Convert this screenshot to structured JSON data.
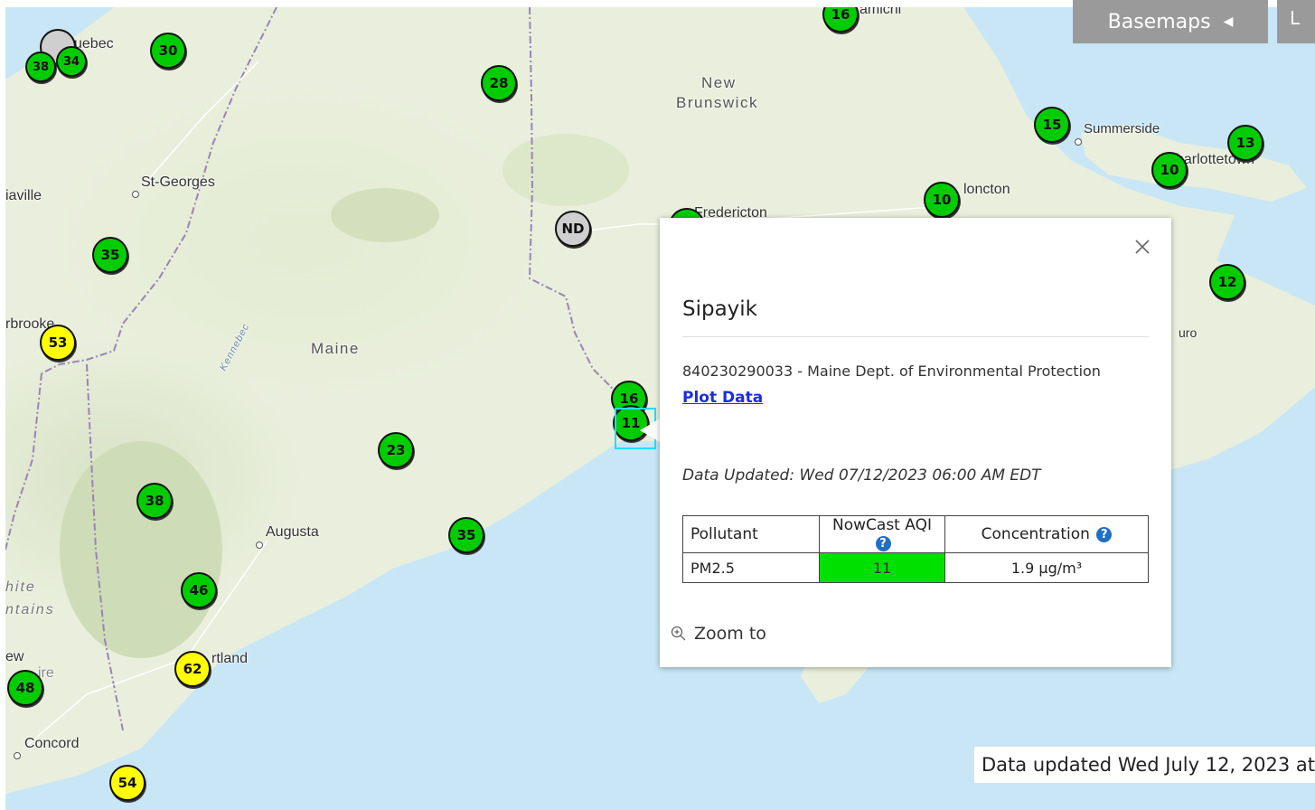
{
  "basemaps": {
    "label": "Basemaps",
    "arrow_icon": "triangle-left-icon",
    "extra_label": "L"
  },
  "places": {
    "quebec": "uebec",
    "st_georges": "St-Georges",
    "riaville": "iaville",
    "sherbrooke": "rbrooke",
    "maine": "Maine",
    "kennebec": "Kennebec",
    "augusta": "Augusta",
    "white": "hite",
    "mountains": "ntains",
    "new": "ew",
    "hampshire": "ire",
    "portland": "rtland",
    "concord": "Concord",
    "new_brunswick_1": "New",
    "new_brunswick_2": "Brunswick",
    "miramichi": "amichi",
    "fredericton": "Fredericton",
    "moncton": "loncton",
    "summerside": "Summerside",
    "charlottetown": "harlottetown",
    "truro": "uro"
  },
  "markers": [
    {
      "id": "q-gray",
      "value": "",
      "color": "gray"
    },
    {
      "id": "q-34",
      "value": "34",
      "color": "green"
    },
    {
      "id": "q-38",
      "value": "38",
      "color": "green"
    },
    {
      "id": "m-30",
      "value": "30",
      "color": "green"
    },
    {
      "id": "m-28",
      "value": "28",
      "color": "green"
    },
    {
      "id": "m-16a",
      "value": "16",
      "color": "green"
    },
    {
      "id": "m-15",
      "value": "15",
      "color": "green"
    },
    {
      "id": "m-13",
      "value": "13",
      "color": "green"
    },
    {
      "id": "m-10a",
      "value": "10",
      "color": "green"
    },
    {
      "id": "m-10b",
      "value": "10",
      "color": "green"
    },
    {
      "id": "m-nd",
      "value": "ND",
      "color": "gray"
    },
    {
      "id": "m-35a",
      "value": "35",
      "color": "green"
    },
    {
      "id": "m-12",
      "value": "12",
      "color": "green"
    },
    {
      "id": "m-53",
      "value": "53",
      "color": "yellow"
    },
    {
      "id": "m-16b",
      "value": "16",
      "color": "green"
    },
    {
      "id": "m-11",
      "value": "11",
      "color": "green"
    },
    {
      "id": "m-23",
      "value": "23",
      "color": "green"
    },
    {
      "id": "m-38",
      "value": "38",
      "color": "green"
    },
    {
      "id": "m-35b",
      "value": "35",
      "color": "green"
    },
    {
      "id": "m-46",
      "value": "46",
      "color": "green"
    },
    {
      "id": "m-62",
      "value": "62",
      "color": "yellow"
    },
    {
      "id": "m-48",
      "value": "48",
      "color": "green"
    },
    {
      "id": "m-54",
      "value": "54",
      "color": "yellow"
    },
    {
      "id": "m-fred",
      "value": "",
      "color": "green"
    }
  ],
  "colors": {
    "good": "#00cc00",
    "moderate": "#ffff00",
    "no_data": "#cfcfcf",
    "highlight": "#22ddff"
  },
  "popup": {
    "title": "Sipayik",
    "site_line": "840230290033 - Maine Dept. of Environmental Protection",
    "plot_link": "Plot Data",
    "updated": "Data Updated: Wed 07/12/2023 06:00 AM EDT",
    "table": {
      "headers": [
        "Pollutant",
        "NowCast AQI",
        "Concentration"
      ],
      "rows": [
        [
          "PM2.5",
          "11",
          "1.9 μg/m³"
        ]
      ]
    },
    "help_glyph": "?",
    "zoom_label": "Zoom to",
    "close_icon": "close-icon",
    "zoom_icon": "zoom-in-icon"
  },
  "footer_banner": "Data updated Wed July 12, 2023 at"
}
